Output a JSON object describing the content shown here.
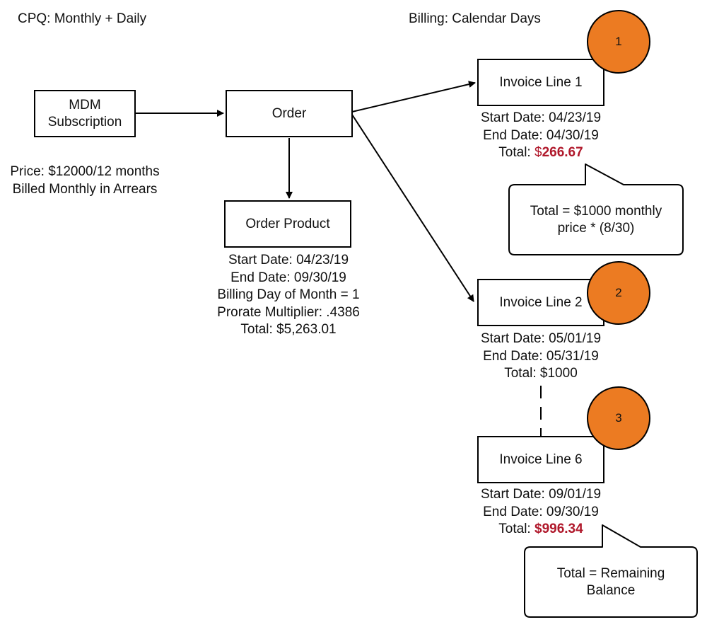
{
  "headings": {
    "cpq": "CPQ: Monthly + Daily",
    "billing": "Billing: Calendar Days"
  },
  "mdm": {
    "line1": "MDM",
    "line2": "Subscription"
  },
  "price_note": {
    "line1": "Price: $12000/12 months",
    "line2": "Billed Monthly in Arrears"
  },
  "order": {
    "label": "Order"
  },
  "order_product": {
    "label": "Order Product",
    "start": "Start Date: 04/23/19",
    "end": "End Date: 09/30/19",
    "billing_day": "Billing Day of Month = 1",
    "prorate": "Prorate Multiplier: .4386",
    "total": "Total: $5,263.01"
  },
  "invoice_lines": [
    {
      "label": "Invoice Line 1",
      "badge": "1",
      "start": "Start Date: 04/23/19",
      "end": "End Date: 04/30/19",
      "total_prefix": "Total: ",
      "total_sign": "$",
      "total_value": "266.67"
    },
    {
      "label": "Invoice Line 2",
      "badge": "2",
      "start": "Start Date: 05/01/19",
      "end": "End Date: 05/31/19",
      "total": "Total: $1000"
    },
    {
      "label": "Invoice Line 6",
      "badge": "3",
      "start": "Start Date: 09/01/19",
      "end": "End Date: 09/30/19",
      "total_prefix": "Total: ",
      "total_value": "$996.34"
    }
  ],
  "callouts": {
    "first": {
      "line1": "Total = $1000 monthly",
      "line2": "price * (8/30)"
    },
    "last": {
      "line1": "Total = Remaining",
      "line2": "Balance"
    }
  },
  "colors": {
    "badge_fill": "#ec7b22",
    "highlight_red": "#b0182b",
    "stroke": "#000000"
  }
}
